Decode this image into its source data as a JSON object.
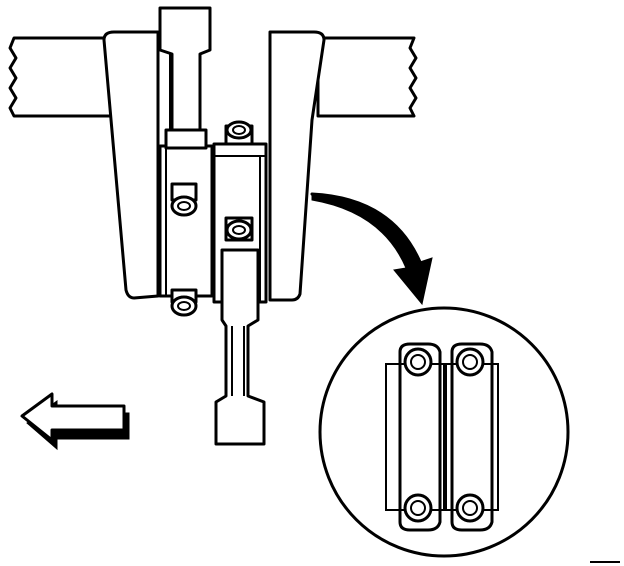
{
  "figure": {
    "components": [
      {
        "name": "crankshaft-journal",
        "count": 1
      },
      {
        "name": "crank-web",
        "count": 2
      },
      {
        "name": "connecting-rod",
        "count": 2
      },
      {
        "name": "rod-cap-bolt",
        "count": 4
      },
      {
        "name": "bearing-cap-detail",
        "count": 2
      }
    ],
    "icons": [
      "direction-arrow-left-icon",
      "curved-pointer-arrow-icon",
      "magnified-detail-circle"
    ],
    "colors": {
      "line": "#000000",
      "fill": "#ffffff"
    }
  }
}
